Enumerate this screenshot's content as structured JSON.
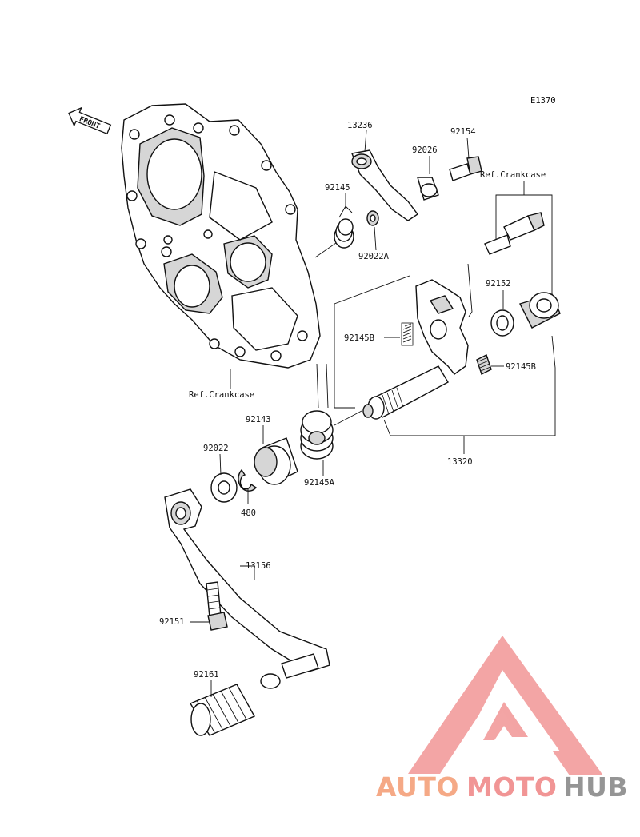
{
  "diagram_code": "E1370",
  "front_label": "FRONT",
  "refs": {
    "crankcase_top": "Ref.Crankcase",
    "crankcase_bottom": "Ref.Crankcase"
  },
  "parts": {
    "p13236": "13236",
    "p92154": "92154",
    "p92026": "92026",
    "p92145": "92145",
    "p92022A": "92022A",
    "p92152": "92152",
    "p92145B_left": "92145B",
    "p92145B_right": "92145B",
    "p92143": "92143",
    "p92022": "92022",
    "p480": "480",
    "p92145A": "92145A",
    "p13320": "13320",
    "p13156": "13156",
    "p92151": "92151",
    "p92161": "92161"
  },
  "watermark": {
    "text_part1": "AUTO",
    "text_part2": "MOTO",
    "text_part3": "HUB",
    "colors": {
      "accent": "#f5a07a",
      "brand": "#f08a8a",
      "dark": "#8a8a8a"
    }
  }
}
